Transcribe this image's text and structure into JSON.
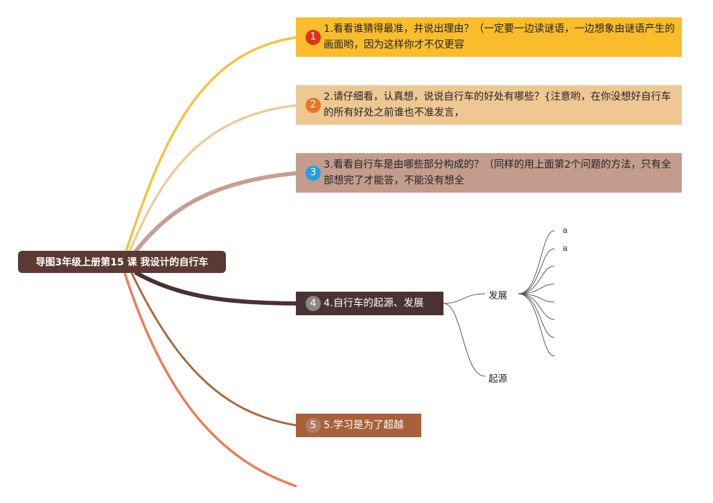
{
  "root": {
    "label": "导图3年级上册第15 课 我设计的自行车"
  },
  "branches": [
    {
      "badge": "1",
      "text": "1.看看谁猜得最准，并说出理由？（一定要一边读谜语，一边想象由谜语产生的画面哟，因为这样你才不仅更容",
      "fill": "#f9bd2c",
      "text_color": "#222222",
      "badge_color": "#d9361b",
      "line_color": "#f5c33b"
    },
    {
      "badge": "2",
      "text": "2.请仔细看，认真想，说说自行车的好处有哪些？{注意哟，在你没想好自行车的所有好处之前谁也不准发言，",
      "fill": "#eec792",
      "text_color": "#222222",
      "badge_color": "#ec7423",
      "line_color": "#eccc9a"
    },
    {
      "badge": "3",
      "text": "3.看看自行车是由哪些部分构成的？（同样的用上面第2个问题的方法，只有全部想完了才能答，不能没有想全",
      "fill": "#c49c8e",
      "text_color": "#222222",
      "badge_color": "#259fdf",
      "line_color": "#c4a093"
    },
    {
      "badge": "4",
      "text": "4.自行车的起源、发展",
      "fill": "#4a3134",
      "text_color": "#ffffff",
      "badge_color": "#8a8684",
      "line_color": "#4a3134"
    },
    {
      "badge": "5",
      "text": "5.学习是为了超越",
      "fill": "#a8613a",
      "text_color": "#ffffff",
      "badge_color": "#b47e62",
      "line_color": "#a8683c"
    }
  ],
  "extra_line_color": "#ef7a57",
  "branch4_children": [
    {
      "label": "发展",
      "sub": [
        "a",
        "a",
        "",
        "",
        "",
        "",
        ""
      ]
    },
    {
      "label": "起源"
    }
  ]
}
